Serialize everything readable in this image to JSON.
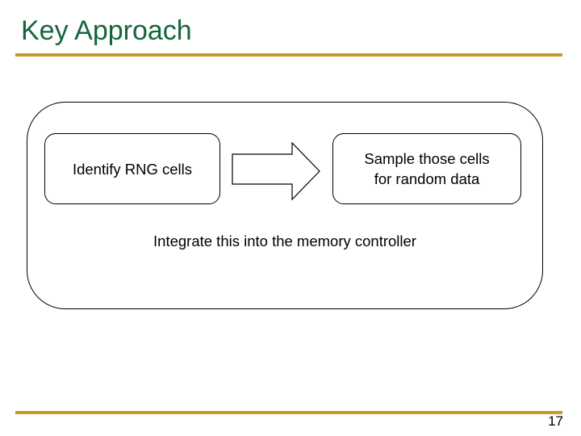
{
  "slide": {
    "title": "Key Approach",
    "page_number": "17",
    "title_color": "#14663c",
    "rule_color": "#c49a2a",
    "background_color": "#ffffff",
    "outline_color": "#000000",
    "text_color": "#000000"
  },
  "diagram": {
    "type": "flow",
    "container_label": "",
    "boxes": [
      {
        "id": "identify",
        "label": "Identify RNG cells"
      },
      {
        "id": "sample",
        "line1": "Sample those cells",
        "line2": "for random data"
      }
    ],
    "arrow": {
      "direction": "right",
      "name": "block-arrow-right"
    },
    "note": "Integrate this into the memory controller"
  }
}
